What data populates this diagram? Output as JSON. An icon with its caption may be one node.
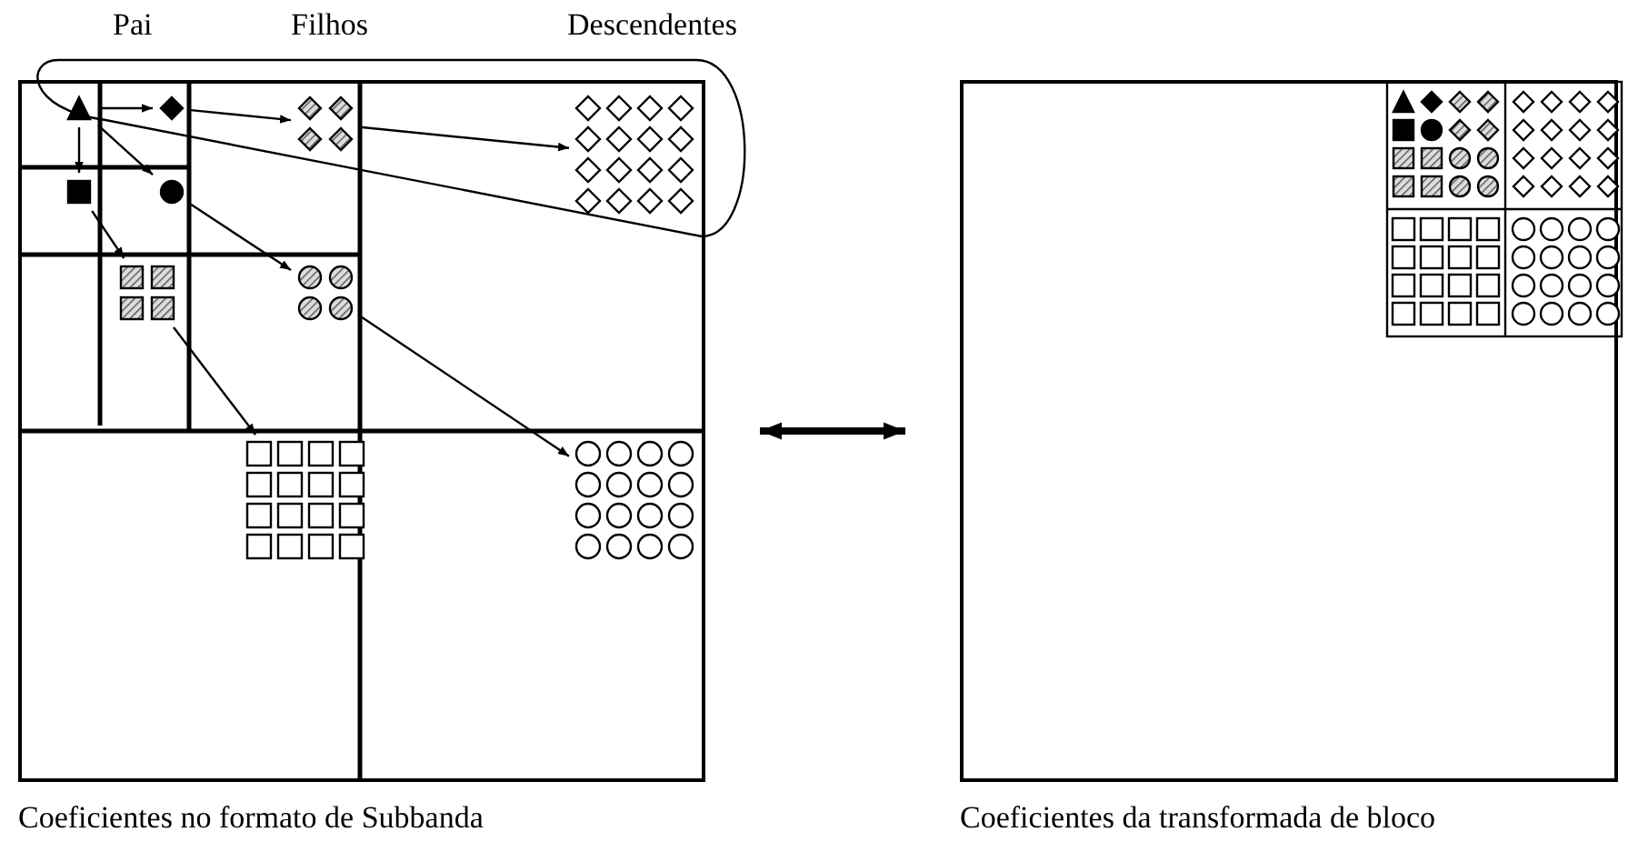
{
  "diagram": {
    "nodes": [
      {
        "text": [],
        "shape": "box",
        "beside": [
          "Coeficientes no formato de Subbanda"
        ]
      },
      {
        "text": [],
        "shape": "triangle",
        "in": 0
      },
      {
        "text": [],
        "shape": "diamond",
        "in": 0
      },
      {
        "text": [],
        "shape": "box",
        "in": 0
      },
      {
        "text": [],
        "shape": "circle",
        "in": 0
      },
      {
        "text": [],
        "shape": "diamond",
        "in": 0
      },
      {
        "text": [],
        "shape": "diamond",
        "in": 0
      },
      {
        "text": [],
        "shape": "box",
        "in": 0
      },
      {
        "text": [],
        "shape": "circle",
        "in": 0
      },
      {
        "text": [],
        "shape": "box",
        "in": 0
      },
      {
        "text": [],
        "shape": "circle",
        "in": 0
      },
      {
        "text": [],
        "shape": "box",
        "beside": [
          "Coeficientes da transformada de bloco"
        ]
      }
    ],
    "edges": [
      {
        "from": 1,
        "to": 2,
        "arrow": "to"
      },
      {
        "from": 1,
        "to": 3,
        "arrow": "to"
      },
      {
        "from": 1,
        "to": 4,
        "arrow": "to"
      },
      {
        "from": 2,
        "to": 5,
        "arrow": "to"
      },
      {
        "from": 5,
        "to": 6,
        "arrow": "to"
      },
      {
        "from": 3,
        "to": 7,
        "arrow": "to"
      },
      {
        "from": 4,
        "to": 8,
        "arrow": "to"
      },
      {
        "from": 7,
        "to": 9,
        "arrow": "to"
      },
      {
        "from": 8,
        "to": 10,
        "arrow": "to"
      },
      {
        "from": 0,
        "to": 11,
        "arrow": "both",
        "style": "thick"
      }
    ],
    "labels": [
      "Pai",
      "Filhos",
      "Descendentes"
    ]
  }
}
